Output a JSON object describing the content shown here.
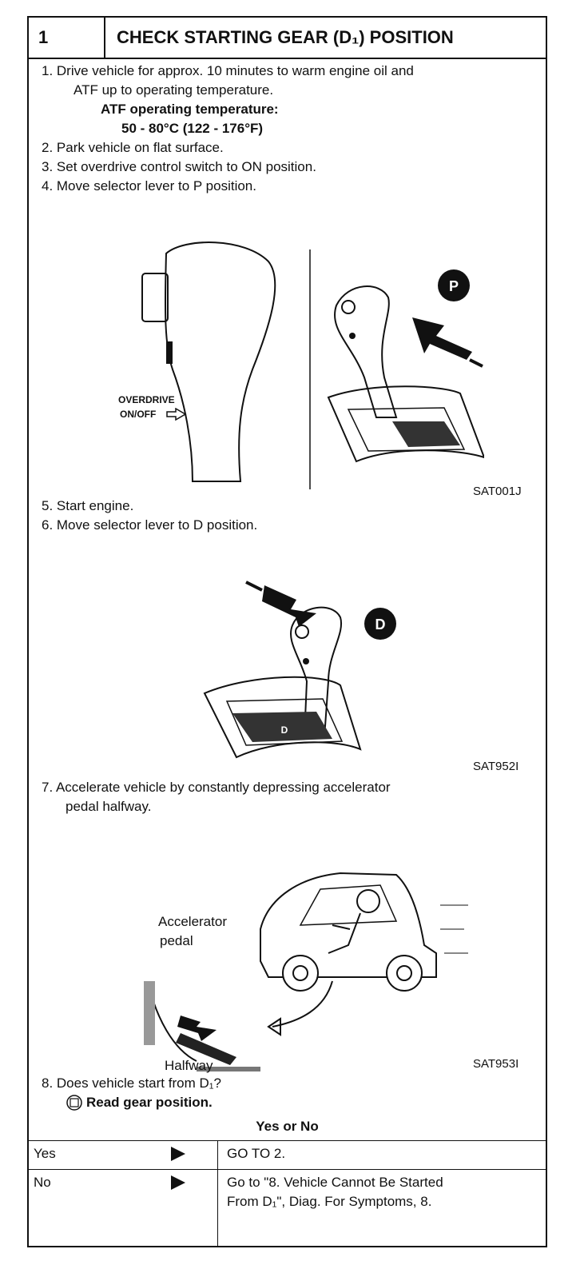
{
  "header": {
    "step_number": "1",
    "title": "CHECK STARTING GEAR (D₁) POSITION"
  },
  "steps": {
    "s1_line1": "1.  Drive vehicle for approx. 10 minutes to warm engine oil and",
    "s1_line2": "ATF up to operating temperature.",
    "atf_label": "ATF operating temperature:",
    "atf_value": "50 - 80°C (122 - 176°F)",
    "s2": "2.  Park vehicle on flat surface.",
    "s3": "3.  Set overdrive control switch to ON position.",
    "s4": "4.  Move selector lever to P position.",
    "s5": "5.  Start engine.",
    "s6": "6.  Move selector lever to D position.",
    "s7_line1": "7.  Accelerate vehicle by constantly depressing accelerator",
    "s7_line2": "pedal halfway.",
    "s8": "8.  Does vehicle start from D₁?",
    "s8_action": "Read gear position."
  },
  "figures": {
    "fig1": {
      "code": "SAT001J",
      "overdrive_label_1": "OVERDRIVE",
      "overdrive_label_2": "ON/OFF",
      "badge": "P"
    },
    "fig2": {
      "code": "SAT952I",
      "badge": "D",
      "gate_letter": "D"
    },
    "fig3": {
      "code": "SAT953I",
      "accel_label_1": "Accelerator",
      "accel_label_2": "pedal",
      "halfway_label": "Halfway"
    }
  },
  "decision": {
    "heading": "Yes or No",
    "rows": [
      {
        "answer": "Yes",
        "result_line1": "GO TO 2.",
        "result_line2": ""
      },
      {
        "answer": "No",
        "result_line1": "Go to \"8. Vehicle Cannot Be Started",
        "result_line2": "From D₁\", Diag. For Symptoms, 8."
      }
    ]
  }
}
